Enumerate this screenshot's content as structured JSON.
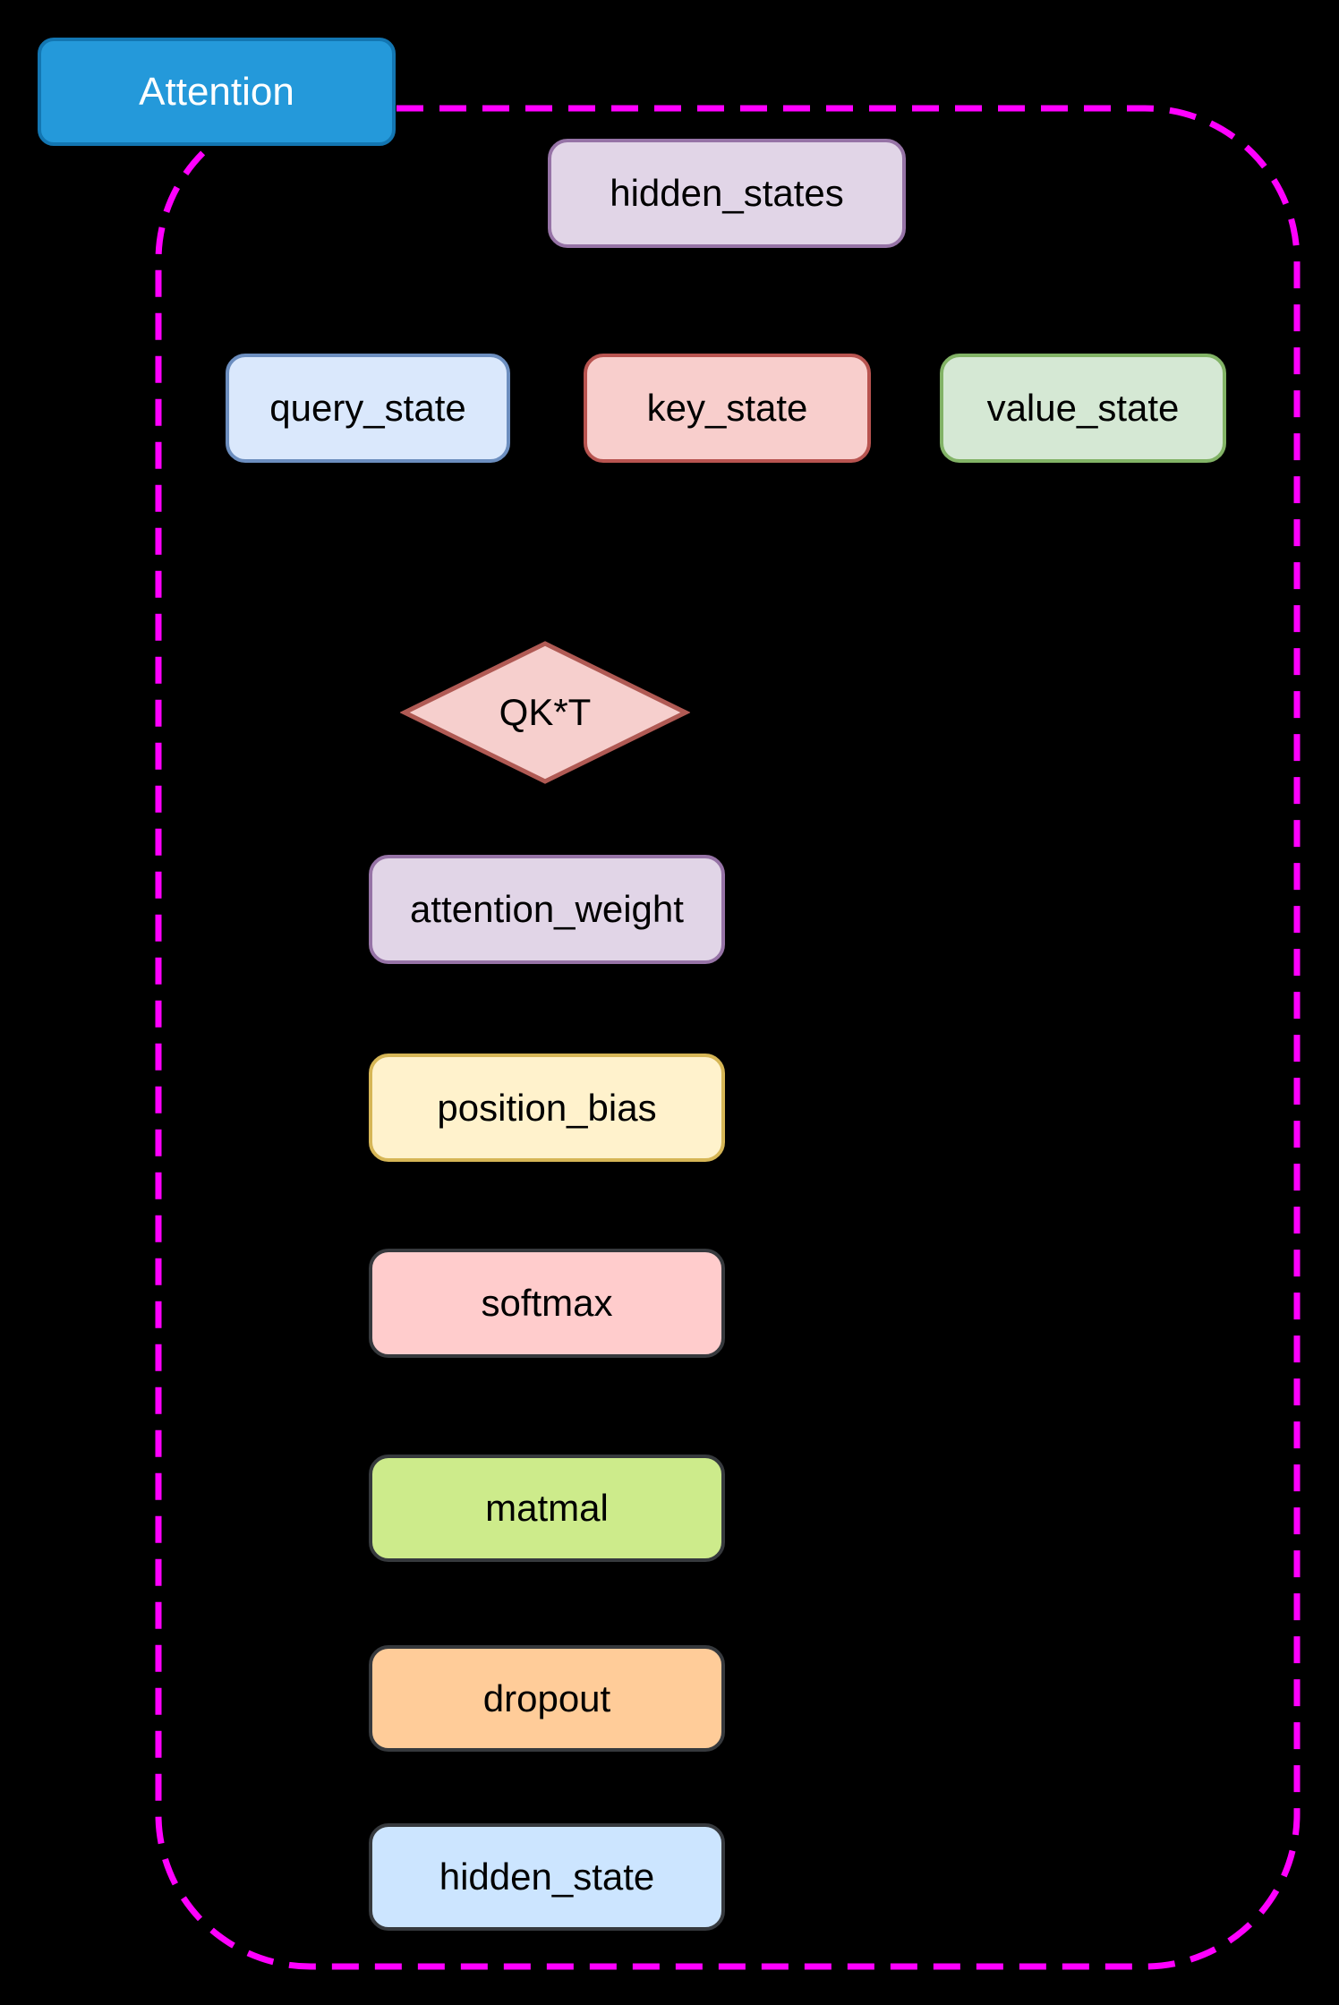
{
  "diagram": {
    "title": "Attention",
    "background_color": "#000000",
    "container": {
      "name": "Attention module boundary",
      "border_style": "dashed",
      "border_color": "#ff00ff"
    },
    "title_button": {
      "fill": "#2499da",
      "stroke": "#1376b2",
      "text_color": "#ffffff"
    },
    "nodes": [
      {
        "id": "hidden_states",
        "label": "hidden_states",
        "shape": "rounded-rect",
        "fill": "#e1d5e7",
        "stroke": "#9673a6"
      },
      {
        "id": "query_state",
        "label": "query_state",
        "shape": "rounded-rect",
        "fill": "#dae8fc",
        "stroke": "#6c8ebf"
      },
      {
        "id": "key_state",
        "label": "key_state",
        "shape": "rounded-rect",
        "fill": "#f8cecc",
        "stroke": "#b85450"
      },
      {
        "id": "value_state",
        "label": "value_state",
        "shape": "rounded-rect",
        "fill": "#d5e8d4",
        "stroke": "#82b366"
      },
      {
        "id": "qkt",
        "label": "QK*T",
        "shape": "diamond",
        "fill": "#f6cfcd",
        "stroke": "#b05a54"
      },
      {
        "id": "attention_weight",
        "label": "attention_weight",
        "shape": "rounded-rect",
        "fill": "#e1d5e7",
        "stroke": "#9673a6"
      },
      {
        "id": "position_bias",
        "label": "position_bias",
        "shape": "rounded-rect",
        "fill": "#fff2cc",
        "stroke": "#d6b656"
      },
      {
        "id": "softmax",
        "label": "softmax",
        "shape": "rounded-rect",
        "fill": "#ffcccc",
        "stroke": "#36393d"
      },
      {
        "id": "matmal",
        "label": "matmal",
        "shape": "rounded-rect",
        "fill": "#cdeb8b",
        "stroke": "#36393d"
      },
      {
        "id": "dropout",
        "label": "dropout",
        "shape": "rounded-rect",
        "fill": "#ffcc99",
        "stroke": "#36393d"
      },
      {
        "id": "hidden_state",
        "label": "hidden_state",
        "shape": "rounded-rect",
        "fill": "#cce5ff",
        "stroke": "#36393d"
      }
    ]
  }
}
